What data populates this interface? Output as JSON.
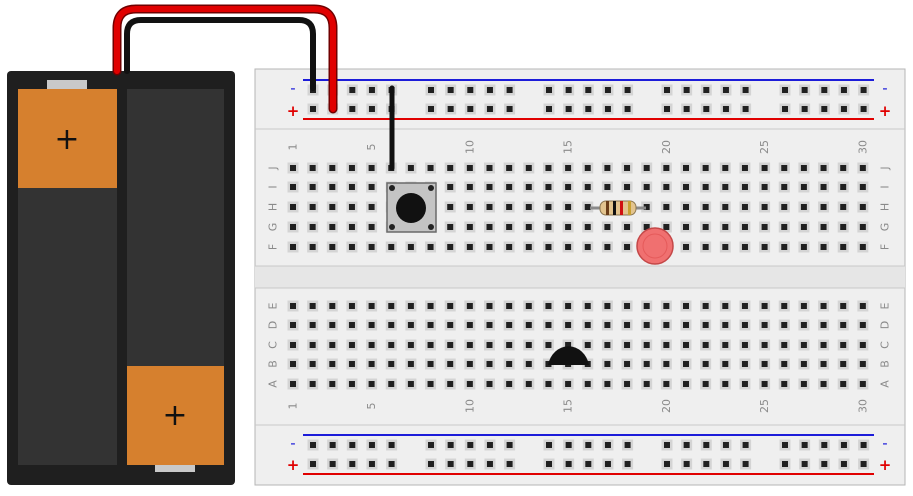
{
  "battery": {
    "plus_top": "+",
    "plus_bottom": "+",
    "colors": {
      "case": "#1f1f1f",
      "cell": "#333333",
      "cap": "#d6802e",
      "terminal": "#c9c9c9"
    }
  },
  "breadboard": {
    "rail_minus": "-",
    "rail_plus": "+",
    "row_letters_top": [
      "J",
      "I",
      "H",
      "G",
      "F"
    ],
    "row_letters_bottom": [
      "E",
      "D",
      "C",
      "B",
      "A"
    ],
    "column_numbers": [
      "1",
      "5",
      "10",
      "15",
      "20",
      "25",
      "30"
    ],
    "colors": {
      "board": "#efefef",
      "hole": "#202020",
      "rail_blue": "#1c1cd9",
      "rail_red": "#e00000"
    }
  },
  "components": {
    "push_button": "pushbutton-switch",
    "resistor": "resistor",
    "led": "red-led",
    "transistor": "transistor",
    "wires": [
      "red-wire",
      "black-wire",
      "black-jumper"
    ],
    "colors": {
      "led": "#f07070",
      "wire_red": "#e00000",
      "wire_black": "#111111"
    }
  }
}
